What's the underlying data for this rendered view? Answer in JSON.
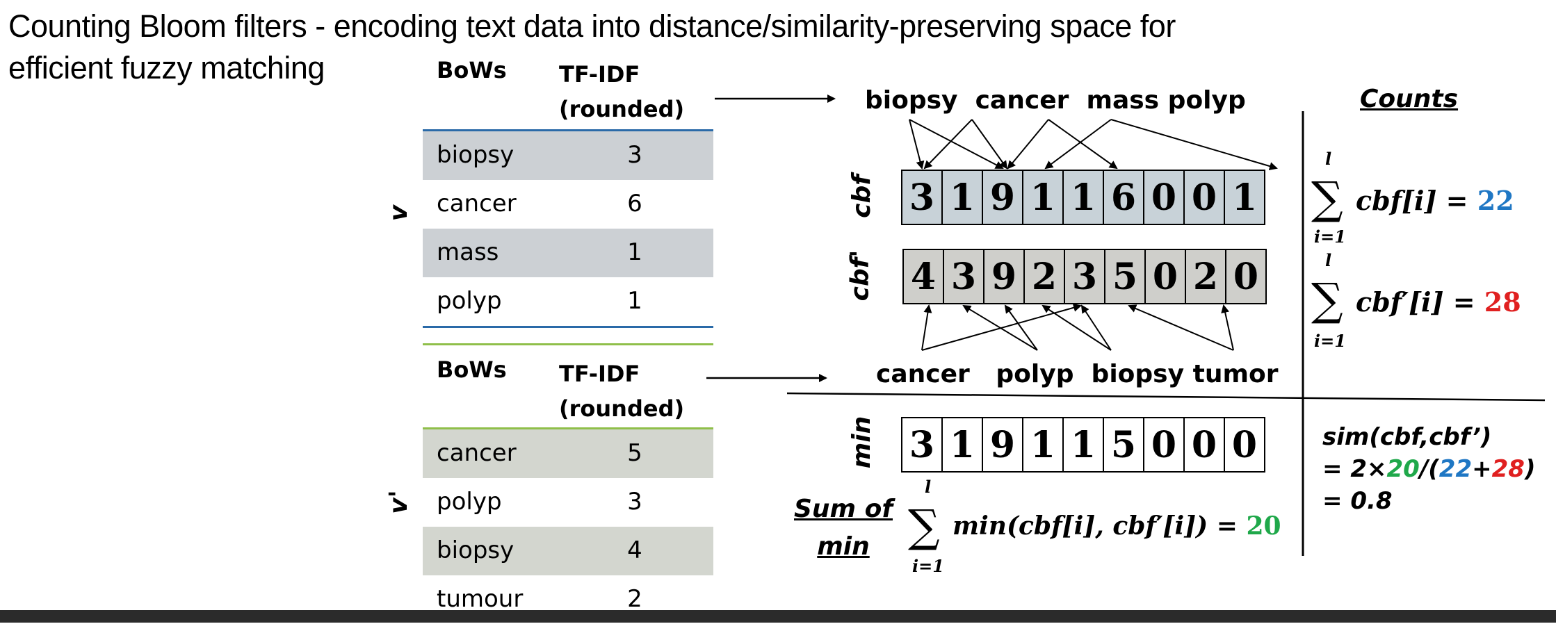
{
  "title": {
    "line1": "Counting Bloom filters - encoding text data into distance/similarity-preserving space for",
    "line2": "efficient fuzzy matching"
  },
  "table_v": {
    "label": "v",
    "header": [
      "BoWs",
      "TF-IDF",
      "(rounded)"
    ],
    "rows": [
      {
        "word": "biopsy",
        "value": "3"
      },
      {
        "word": "cancer",
        "value": "6"
      },
      {
        "word": "mass",
        "value": "1"
      },
      {
        "word": "polyp",
        "value": "1"
      }
    ]
  },
  "table_v2": {
    "label": "v'",
    "header": [
      "BoWs",
      "TF-IDF",
      "(rounded)"
    ],
    "rows": [
      {
        "word": "cancer",
        "value": "5"
      },
      {
        "word": "polyp",
        "value": "3"
      },
      {
        "word": "biopsy",
        "value": "4"
      },
      {
        "word": "tumour",
        "value": "2"
      }
    ]
  },
  "cbf": {
    "label": "cbf",
    "words": [
      "biopsy",
      "cancer",
      "mass",
      "polyp"
    ],
    "cells": [
      "3",
      "1",
      "9",
      "1",
      "1",
      "6",
      "0",
      "0",
      "1"
    ]
  },
  "cbf2": {
    "label": "cbf'",
    "words": [
      "cancer",
      "polyp",
      "biopsy",
      "tumor"
    ],
    "cells": [
      "4",
      "3",
      "9",
      "2",
      "3",
      "5",
      "0",
      "2",
      "0"
    ]
  },
  "min": {
    "label": "min",
    "cells": [
      "3",
      "1",
      "9",
      "1",
      "1",
      "5",
      "0",
      "0",
      "0"
    ]
  },
  "counts": {
    "heading": "Counts",
    "sum1_expr": "cbf[i] = ",
    "sum1_value": "22",
    "sum2_expr": "cbf′[i] = ",
    "sum2_value": "28",
    "upper": "l",
    "lower": "i=1"
  },
  "sum_of_min": {
    "label1": "Sum of",
    "label2": "min",
    "expr": "min(cbf[i], cbf′[i])  = ",
    "value": "20"
  },
  "similarity": {
    "line1": "sim(cbf,cbf’)",
    "line2_prefix": "= 2×",
    "line2_num": "20",
    "line2_open": "/(",
    "line2_a": "22",
    "line2_plus": "+",
    "line2_b": "28",
    "line2_close": ")",
    "line3": "= 0.8"
  },
  "colors": {
    "blue_value": "#1f77c4",
    "red_value": "#e02020",
    "green_value": "#1fa84a",
    "table_v_line": "#2a6aa8",
    "table_v2_line": "#8fbf4a",
    "cbf_fill": "#c8d2d8",
    "cbf2_fill": "#cfcfcb"
  }
}
